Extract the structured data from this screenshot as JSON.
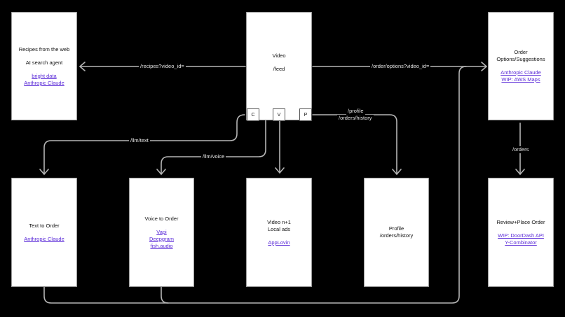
{
  "colors": {
    "background": "#000000",
    "box": "#ffffff",
    "wire": "#b5b5b5",
    "link": "#5b2bd8"
  },
  "nodes": {
    "recipes": {
      "title": "Recipes from the web",
      "subtitle": "AI search agent",
      "links": [
        "bright data",
        "Anthropic Claude"
      ]
    },
    "video": {
      "title": "Video",
      "subtitle": "/feed",
      "buttons": [
        "C",
        "V",
        "P"
      ]
    },
    "order_options": {
      "title_1": "Order",
      "title_2": "Options/Suggestions",
      "links": [
        "Anthropic Claude",
        "WIP: AWS Maps"
      ]
    },
    "text_to_order": {
      "title": "Text to Order",
      "links": [
        "Anthropic Claude"
      ]
    },
    "voice_to_order": {
      "title": "Voice to Order",
      "links": [
        "Vapi",
        "Deepgram",
        "fish.audio"
      ]
    },
    "video_next": {
      "title_1": "Video n+1",
      "title_2": "Local ads",
      "links": [
        "AppLovin"
      ]
    },
    "profile": {
      "title_1": "Profile",
      "title_2": "/orders/history"
    },
    "review_order": {
      "title": "Review+Place Order",
      "links": [
        "WIP: DoorDash API",
        "Y-Combinator"
      ]
    }
  },
  "edges": {
    "recipes": "/recipes?video_id=",
    "order_options": "/order/options?video_id=",
    "llm_text": "/llm/text",
    "llm_voice": "/llm/voice",
    "profile_1": "/profile",
    "profile_2": "/orders/history",
    "orders": "/orders"
  }
}
